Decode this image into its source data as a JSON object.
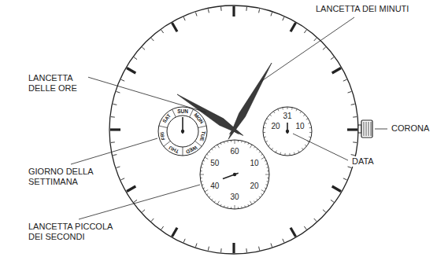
{
  "diagram": {
    "labels": [
      "LANCETTA DEI MINUTI",
      "LANCETTA DELLE ORE",
      "SAT",
      "SUN",
      "MON",
      "TUE",
      "WED",
      "THU",
      "FRI",
      "31",
      "20",
      "10",
      "CORONA",
      "DATA",
      "GIORNO DELLA SETTIMANA",
      "60",
      "10",
      "20",
      "30",
      "40",
      "50",
      "LANCETTA PICCOLA DEI SECONDI"
    ]
  }
}
